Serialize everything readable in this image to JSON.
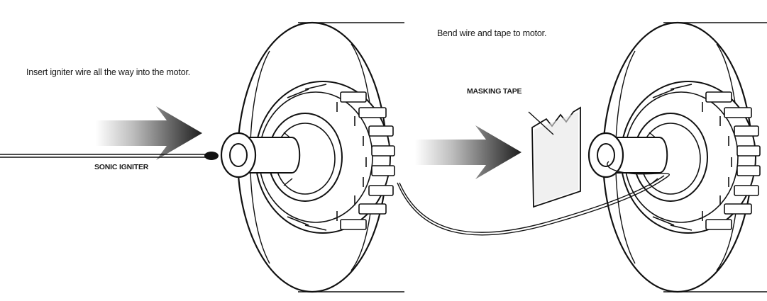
{
  "captions": {
    "step1": "Insert igniter wire all the way into the motor.",
    "step2": "Bend wire and tape to motor."
  },
  "labels": {
    "sonic_igniter": "SONIC IGNITER",
    "masking_tape": "MASKING TAPE"
  },
  "colors": {
    "line": "#111111",
    "arrow_dark": "#222222",
    "arrow_light": "#ffffff"
  }
}
